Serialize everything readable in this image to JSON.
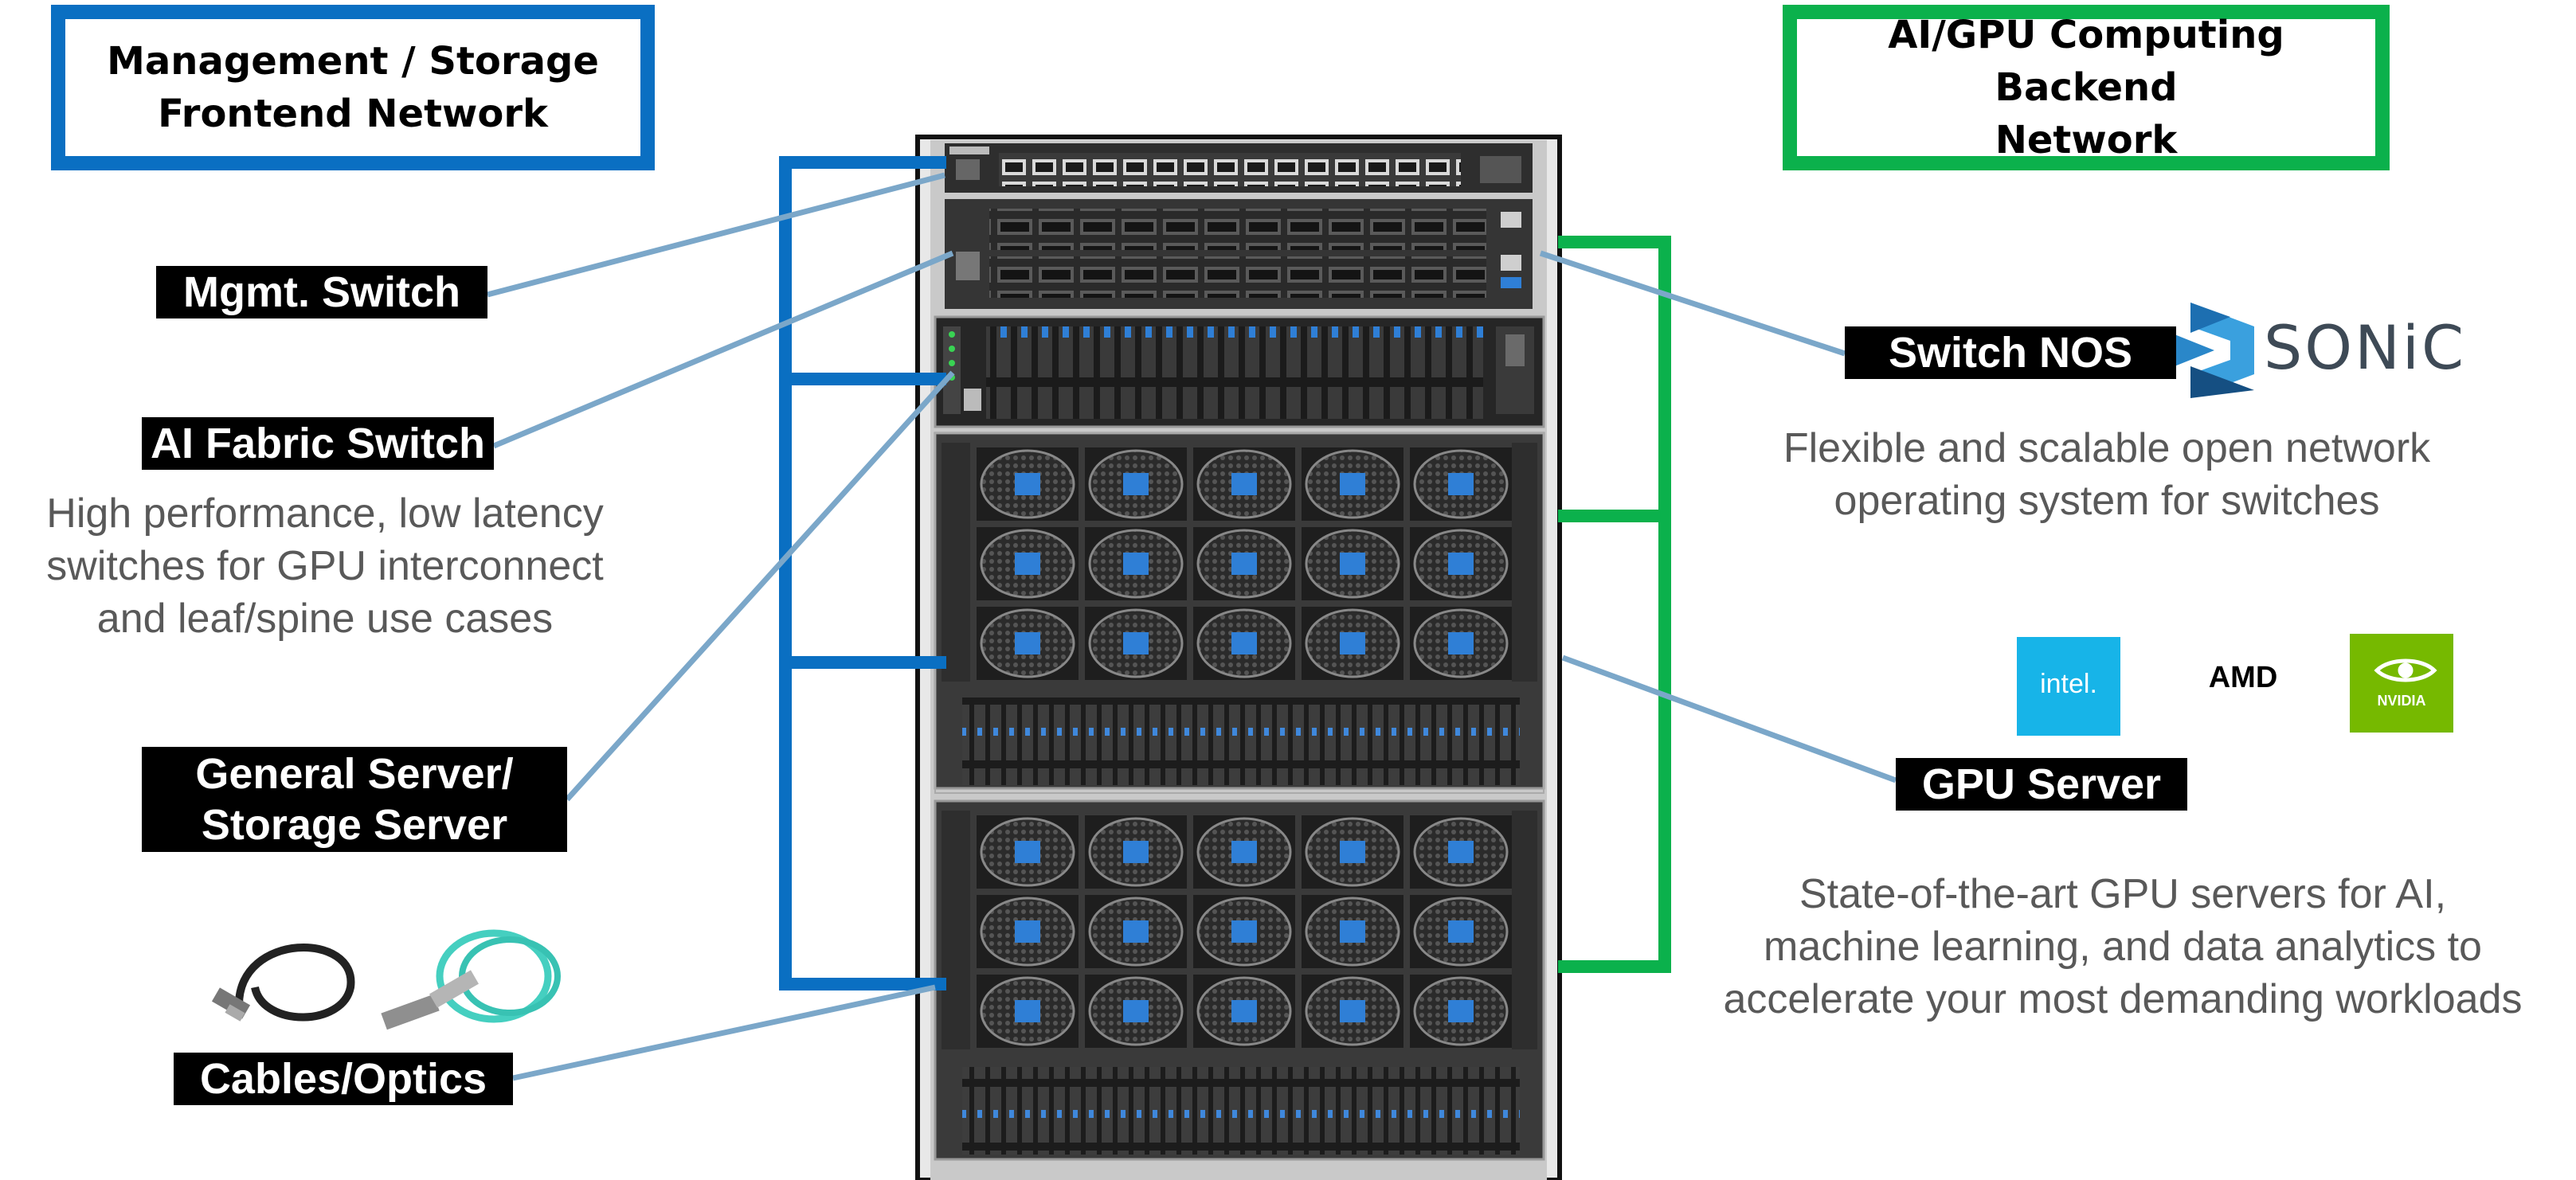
{
  "networks": {
    "frontend": "Management / Storage\nFrontend Network",
    "backend": "AI/GPU Computing Backend\nNetwork"
  },
  "components": {
    "mgmt_switch": "Mgmt. Switch",
    "ai_fabric_switch": "AI Fabric Switch",
    "ai_fabric_desc": "High performance, low latency\nswitches for GPU interconnect\nand leaf/spine use cases",
    "general_server": "General Server/\nStorage Server",
    "cables_optics": "Cables/Optics",
    "switch_nos": "Switch NOS",
    "switch_nos_desc": "Flexible and scalable open network\noperating system for switches",
    "gpu_server": "GPU Server",
    "gpu_server_desc": "State-of-the-art GPU servers for AI,\nmachine learning, and data analytics to\naccelerate your most demanding workloads"
  },
  "logos": {
    "sonic": "SONiC",
    "intel": "intel.",
    "amd": "AMD",
    "nvidia": "NVIDIA"
  },
  "colors": {
    "frontend_blue": "#0a6fc2",
    "backend_green": "#0bb14c",
    "callout_line": "#7ba7c9",
    "intel_blue": "#17b4e8",
    "nvidia_green": "#76b900"
  }
}
